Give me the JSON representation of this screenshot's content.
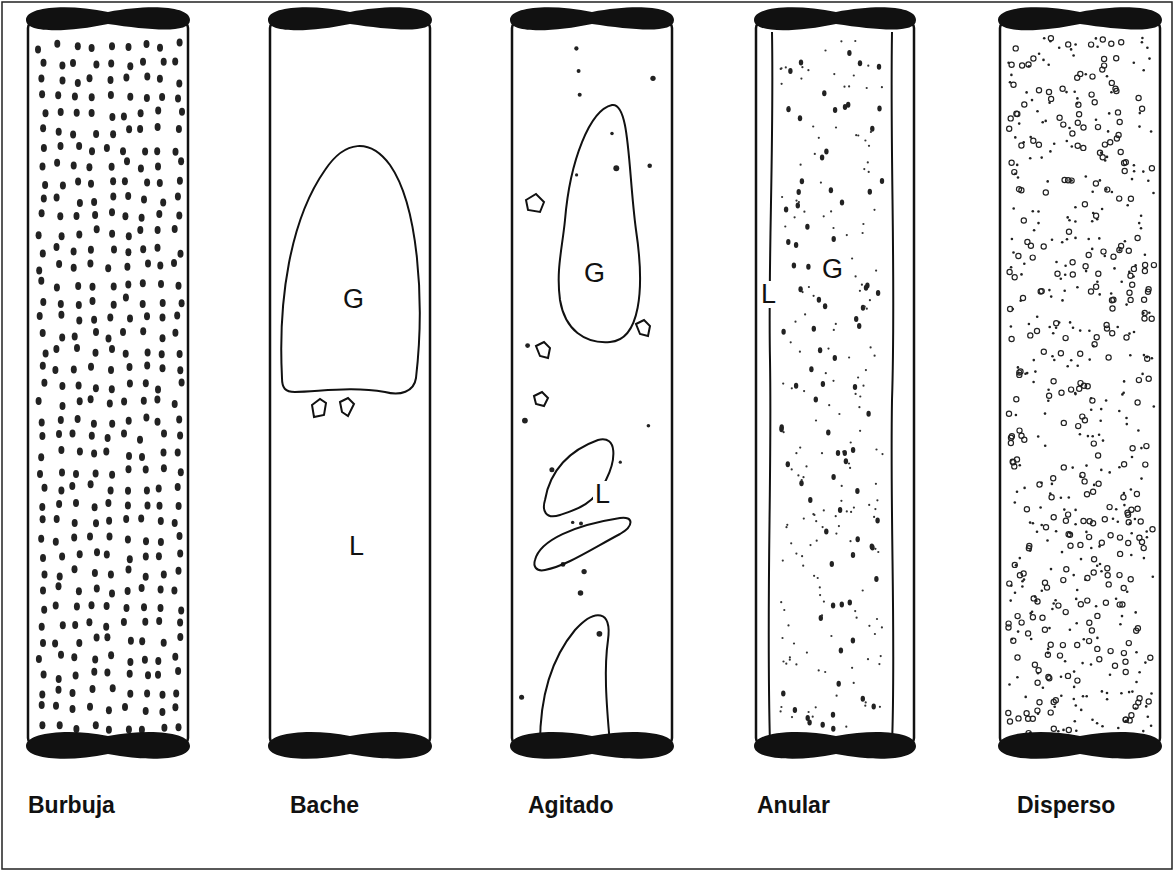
{
  "diagram": {
    "nodes": [
      {
        "text": [
          "Burbuja"
        ]
      },
      {
        "text": [
          "G",
          "L",
          "Bache"
        ]
      },
      {
        "text": [
          "G",
          "L",
          "Agitado"
        ]
      },
      {
        "text": [
          "L",
          "G",
          "Anular"
        ]
      },
      {
        "text": [
          "Disperso"
        ]
      }
    ]
  }
}
